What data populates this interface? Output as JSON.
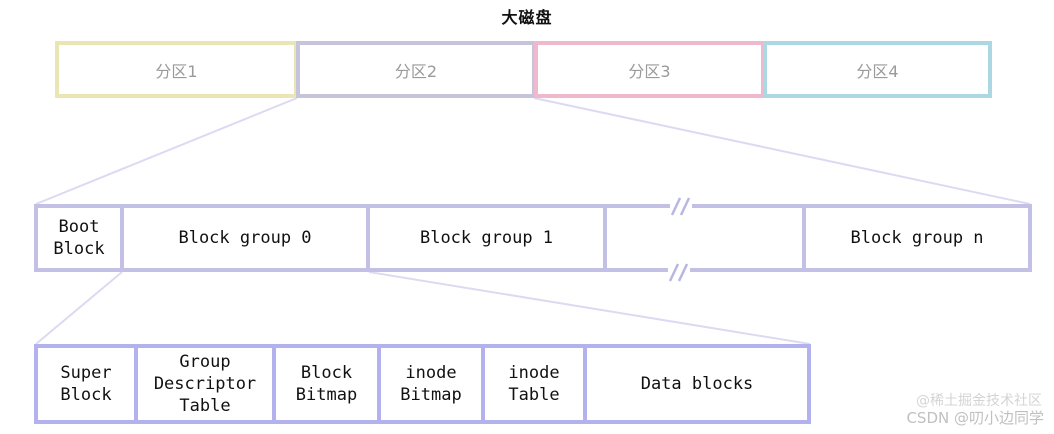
{
  "title": "大磁盘",
  "partitions": [
    {
      "label": "分区1",
      "border": "#e9e6b4"
    },
    {
      "label": "分区2",
      "border": "#c6c3dc"
    },
    {
      "label": "分区3",
      "border": "#f0b8cc"
    },
    {
      "label": "分区4",
      "border": "#acd8e3"
    }
  ],
  "disk_layout": {
    "boot_block": "Boot\nBlock",
    "block_groups": [
      "Block group 0",
      "Block group 1",
      "Block group n"
    ]
  },
  "block_group_layout": [
    "Super\nBlock",
    "Group\nDescriptor\nTable",
    "Block\nBitmap",
    "inode\nBitmap",
    "inode\nTable",
    "Data blocks"
  ],
  "colors": {
    "row_border": "#c3c0e6",
    "zoom_lines": "#dcdaf3",
    "detail_border": "#b3b2ee"
  },
  "watermark": {
    "line1": "@稀土掘金技术社区",
    "line2": "CSDN @叨小边同学"
  }
}
